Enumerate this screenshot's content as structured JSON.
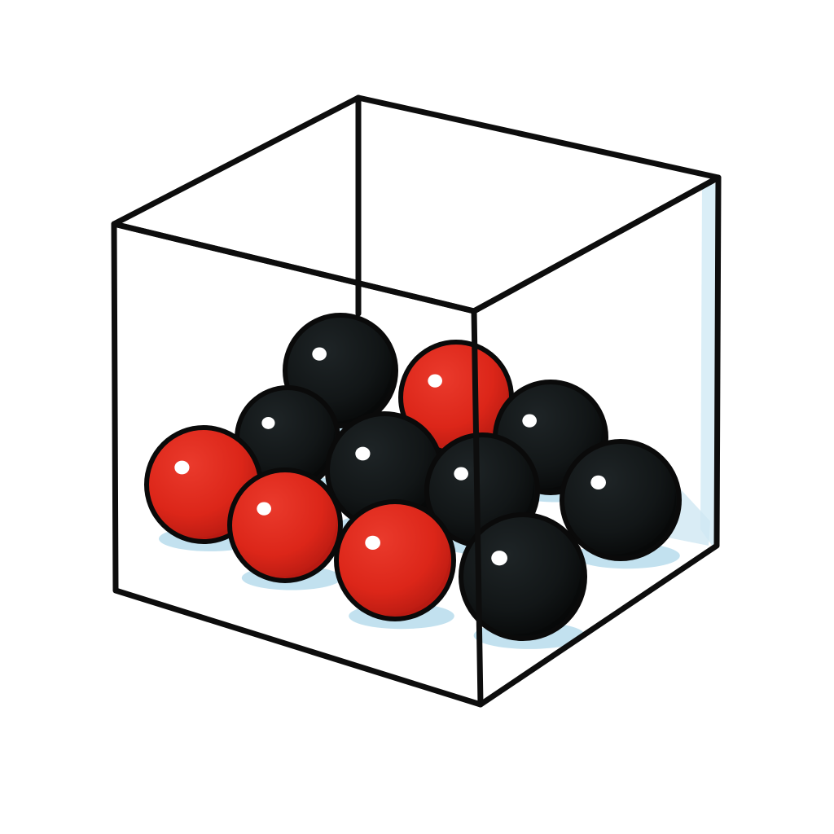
{
  "colors": {
    "background": "#ffffff",
    "cube_edge": "#0d0d0d",
    "glass_tint": "#d6ecf6",
    "shadow": "#b7dcec",
    "ball_black": "#141819",
    "ball_black_shade": "#070909",
    "ball_red": "#e0281e",
    "ball_red_shade": "#b61a12",
    "highlight": "#ffffff"
  },
  "balls": [
    {
      "color": "black"
    },
    {
      "color": "red"
    },
    {
      "color": "black"
    },
    {
      "color": "black"
    },
    {
      "color": "red"
    },
    {
      "color": "black"
    },
    {
      "color": "black"
    },
    {
      "color": "black"
    },
    {
      "color": "red"
    },
    {
      "color": "red"
    },
    {
      "color": "black"
    }
  ]
}
